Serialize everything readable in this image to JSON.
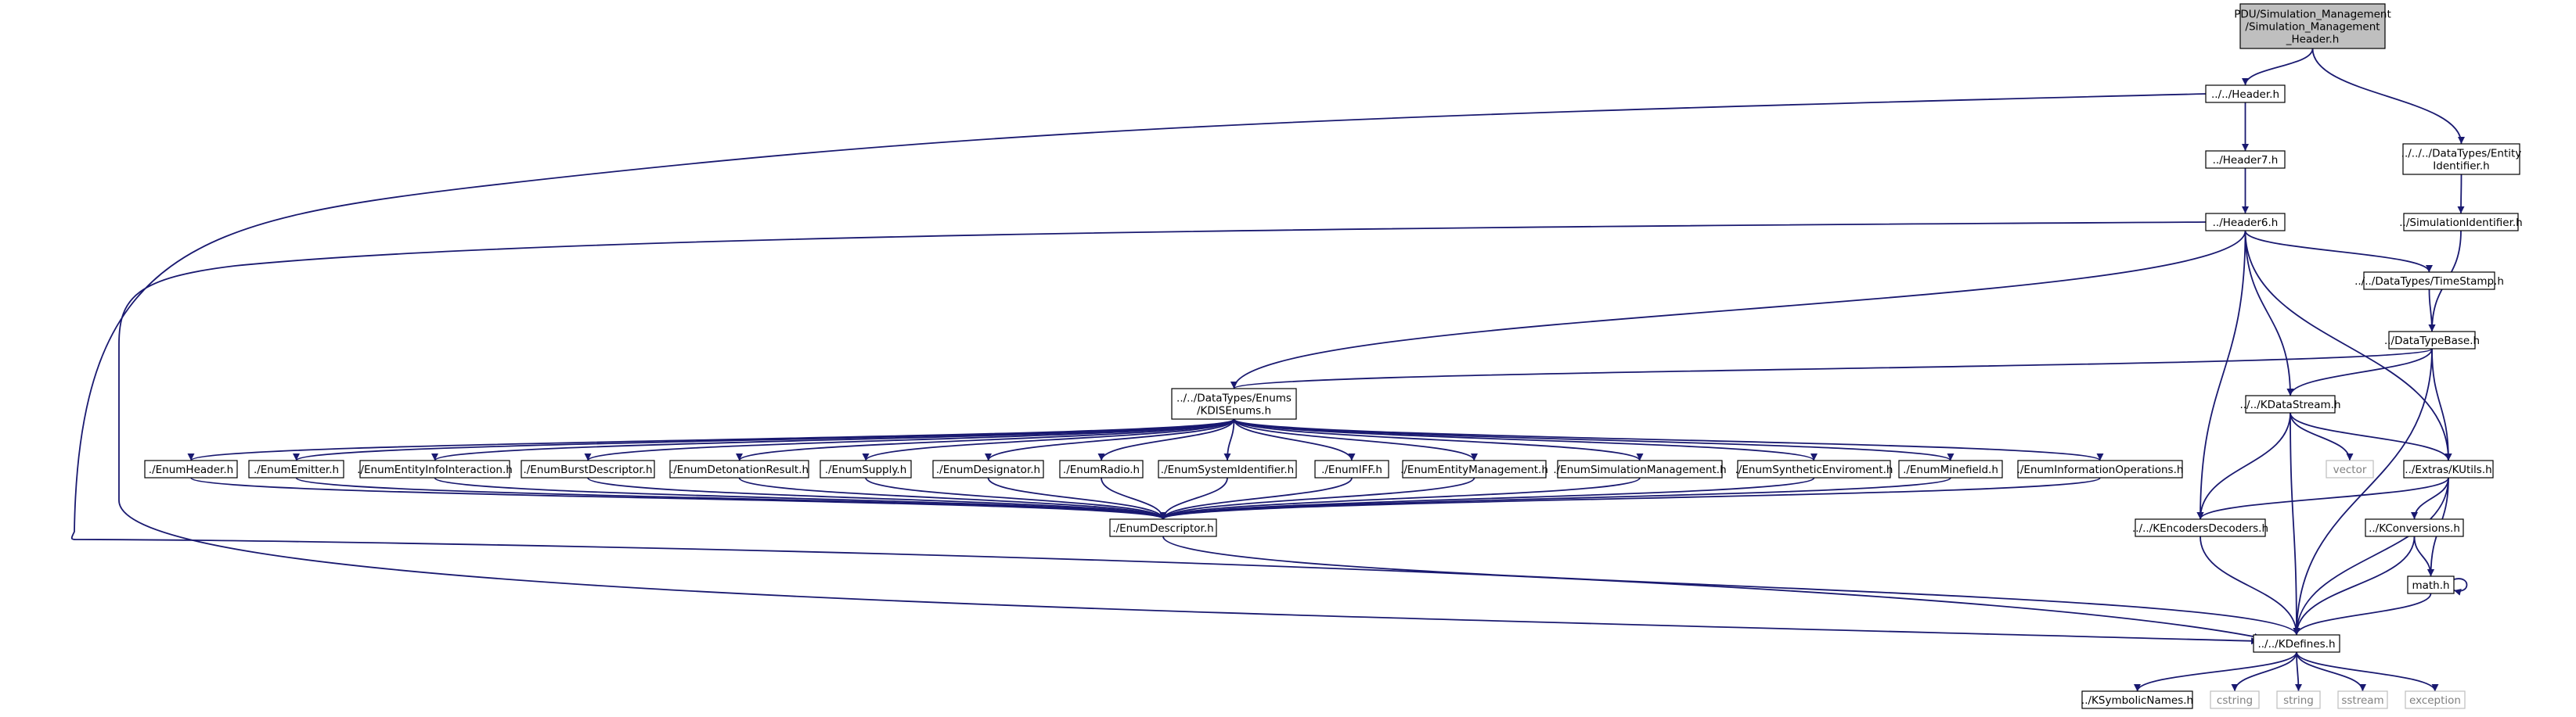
{
  "colors": {
    "edge": "#191970",
    "root_fill": "#bfbfbf",
    "external_border": "#bfbfbf",
    "external_text": "#808080"
  },
  "nodes": {
    "root": {
      "lines": [
        "PDU/Simulation_Management",
        "/Simulation_Management",
        "_Header.h"
      ],
      "kind": "root"
    },
    "header": {
      "lines": [
        "../../Header.h"
      ]
    },
    "header7": {
      "lines": [
        "../Header7.h"
      ]
    },
    "header6": {
      "lines": [
        "../Header6.h"
      ]
    },
    "entity_identifier": {
      "lines": [
        "../../../DataTypes/Entity",
        "Identifier.h"
      ]
    },
    "sim_identifier": {
      "lines": [
        "../SimulationIdentifier.h"
      ]
    },
    "timestamp": {
      "lines": [
        "../../DataTypes/TimeStamp.h"
      ]
    },
    "datatypebase": {
      "lines": [
        "../DataTypeBase.h"
      ]
    },
    "kdisenums": {
      "lines": [
        "../../DataTypes/Enums",
        "/KDISEnums.h"
      ]
    },
    "kdatastream": {
      "lines": [
        "../../KDataStream.h"
      ]
    },
    "vector": {
      "lines": [
        "vector"
      ],
      "kind": "ext"
    },
    "kutils": {
      "lines": [
        "../Extras/KUtils.h"
      ]
    },
    "kencoders": {
      "lines": [
        "../../KEncodersDecoders.h"
      ]
    },
    "kconversions": {
      "lines": [
        "../KConversions.h"
      ]
    },
    "math": {
      "lines": [
        "math.h"
      ]
    },
    "kdefines": {
      "lines": [
        "../../KDefines.h"
      ]
    },
    "ksymbolic": {
      "lines": [
        "../KSymbolicNames.h"
      ]
    },
    "cstring": {
      "lines": [
        "cstring"
      ],
      "kind": "ext"
    },
    "string": {
      "lines": [
        "string"
      ],
      "kind": "ext"
    },
    "sstream": {
      "lines": [
        "sstream"
      ],
      "kind": "ext"
    },
    "exception": {
      "lines": [
        "exception"
      ],
      "kind": "ext"
    },
    "enumdescriptor": {
      "lines": [
        "./EnumDescriptor.h"
      ]
    },
    "enumheader": {
      "lines": [
        "./EnumHeader.h"
      ]
    },
    "enumemitter": {
      "lines": [
        "./EnumEmitter.h"
      ]
    },
    "enumentityinfo": {
      "lines": [
        "./EnumEntityInfoInteraction.h"
      ]
    },
    "enumburst": {
      "lines": [
        "./EnumBurstDescriptor.h"
      ]
    },
    "enumdetonation": {
      "lines": [
        "./EnumDetonationResult.h"
      ]
    },
    "enumsupply": {
      "lines": [
        "./EnumSupply.h"
      ]
    },
    "enumdesignator": {
      "lines": [
        "./EnumDesignator.h"
      ]
    },
    "enumradio": {
      "lines": [
        "./EnumRadio.h"
      ]
    },
    "enumsysid": {
      "lines": [
        "./EnumSystemIdentifier.h"
      ]
    },
    "enumiff": {
      "lines": [
        "./EnumIFF.h"
      ]
    },
    "enumentitymgmt": {
      "lines": [
        "./EnumEntityManagement.h"
      ]
    },
    "enumsimmgmt": {
      "lines": [
        "./EnumSimulationManagement.h"
      ]
    },
    "enumsynthetic": {
      "lines": [
        "./EnumSyntheticEnviroment.h"
      ]
    },
    "enumminefield": {
      "lines": [
        "./EnumMinefield.h"
      ]
    },
    "enuminfoops": {
      "lines": [
        "./EnumInformationOperations.h"
      ]
    }
  },
  "edges": [
    [
      "root",
      "header"
    ],
    [
      "root",
      "entity_identifier"
    ],
    [
      "header",
      "header7"
    ],
    [
      "header",
      "kdefines"
    ],
    [
      "header7",
      "header6"
    ],
    [
      "header6",
      "kdisenums"
    ],
    [
      "header6",
      "kdefines"
    ],
    [
      "header6",
      "timestamp"
    ],
    [
      "header6",
      "kdatastream"
    ],
    [
      "header6",
      "kutils"
    ],
    [
      "header6",
      "kencoders"
    ],
    [
      "entity_identifier",
      "sim_identifier"
    ],
    [
      "sim_identifier",
      "datatypebase"
    ],
    [
      "timestamp",
      "datatypebase"
    ],
    [
      "datatypebase",
      "kdisenums"
    ],
    [
      "datatypebase",
      "kdatastream"
    ],
    [
      "datatypebase",
      "kutils"
    ],
    [
      "datatypebase",
      "kdefines"
    ],
    [
      "kdatastream",
      "vector"
    ],
    [
      "kdatastream",
      "kutils"
    ],
    [
      "kdatastream",
      "kencoders"
    ],
    [
      "kdatastream",
      "kdefines"
    ],
    [
      "kutils",
      "kencoders"
    ],
    [
      "kutils",
      "kconversions"
    ],
    [
      "kutils",
      "math"
    ],
    [
      "kutils",
      "kdefines"
    ],
    [
      "kconversions",
      "math"
    ],
    [
      "kconversions",
      "kdefines"
    ],
    [
      "math",
      "math"
    ],
    [
      "math",
      "kdefines"
    ],
    [
      "kencoders",
      "kdefines"
    ],
    [
      "kdefines",
      "ksymbolic"
    ],
    [
      "kdefines",
      "cstring"
    ],
    [
      "kdefines",
      "string"
    ],
    [
      "kdefines",
      "sstream"
    ],
    [
      "kdefines",
      "exception"
    ],
    [
      "kdisenums",
      "enumheader"
    ],
    [
      "kdisenums",
      "enumemitter"
    ],
    [
      "kdisenums",
      "enumentityinfo"
    ],
    [
      "kdisenums",
      "enumburst"
    ],
    [
      "kdisenums",
      "enumdetonation"
    ],
    [
      "kdisenums",
      "enumsupply"
    ],
    [
      "kdisenums",
      "enumdesignator"
    ],
    [
      "kdisenums",
      "enumradio"
    ],
    [
      "kdisenums",
      "enumsysid"
    ],
    [
      "kdisenums",
      "enumiff"
    ],
    [
      "kdisenums",
      "enumentitymgmt"
    ],
    [
      "kdisenums",
      "enumsimmgmt"
    ],
    [
      "kdisenums",
      "enumsynthetic"
    ],
    [
      "kdisenums",
      "enumminefield"
    ],
    [
      "kdisenums",
      "enuminfoops"
    ],
    [
      "enumheader",
      "enumdescriptor"
    ],
    [
      "enumemitter",
      "enumdescriptor"
    ],
    [
      "enumentityinfo",
      "enumdescriptor"
    ],
    [
      "enumburst",
      "enumdescriptor"
    ],
    [
      "enumdetonation",
      "enumdescriptor"
    ],
    [
      "enumsupply",
      "enumdescriptor"
    ],
    [
      "enumdesignator",
      "enumdescriptor"
    ],
    [
      "enumradio",
      "enumdescriptor"
    ],
    [
      "enumsysid",
      "enumdescriptor"
    ],
    [
      "enumiff",
      "enumdescriptor"
    ],
    [
      "enumentitymgmt",
      "enumdescriptor"
    ],
    [
      "enumsimmgmt",
      "enumdescriptor"
    ],
    [
      "enumsynthetic",
      "enumdescriptor"
    ],
    [
      "enumminefield",
      "enumdescriptor"
    ],
    [
      "enuminfoops",
      "enumdescriptor"
    ],
    [
      "enumdescriptor",
      "kdefines"
    ]
  ]
}
